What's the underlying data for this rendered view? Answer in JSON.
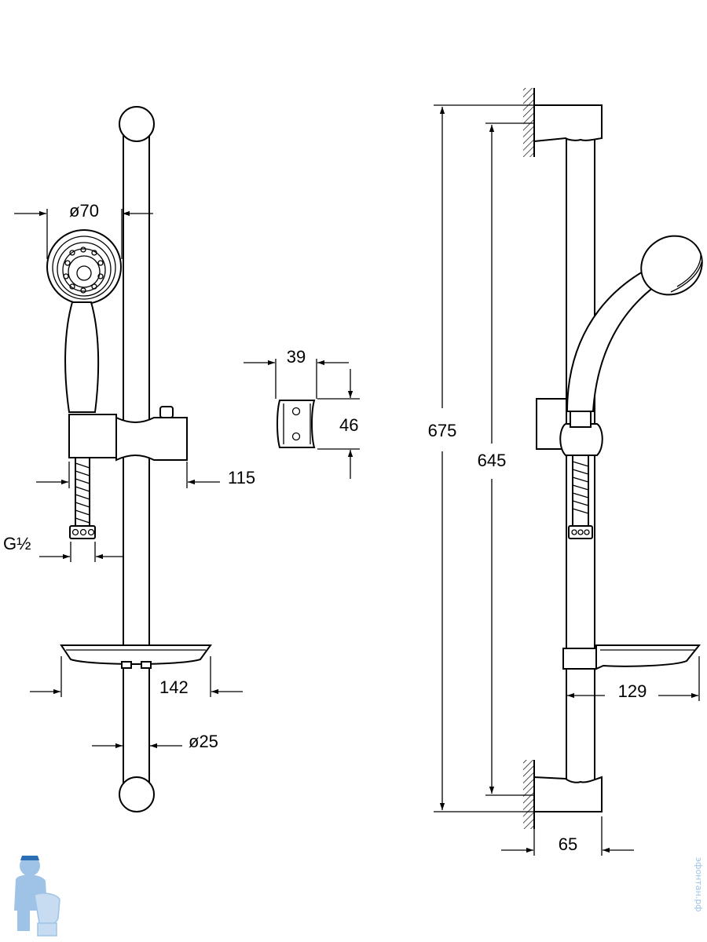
{
  "dimensions": {
    "handshower_diameter": "ø70",
    "slider_projection": "115",
    "thread": "G½",
    "soap_dish_width_front": "142",
    "bar_diameter": "ø25",
    "holder_width": "39",
    "holder_height": "46",
    "total_height": "675",
    "bracket_spacing": "645",
    "soap_dish_depth": "129",
    "bracket_projection": "65"
  },
  "watermark": {
    "text": "эфонтан.рф",
    "colors": {
      "figure": "#9ec3e6",
      "accent": "#2a6fb5"
    }
  },
  "colors": {
    "lines": "#000000",
    "background": "#ffffff"
  }
}
